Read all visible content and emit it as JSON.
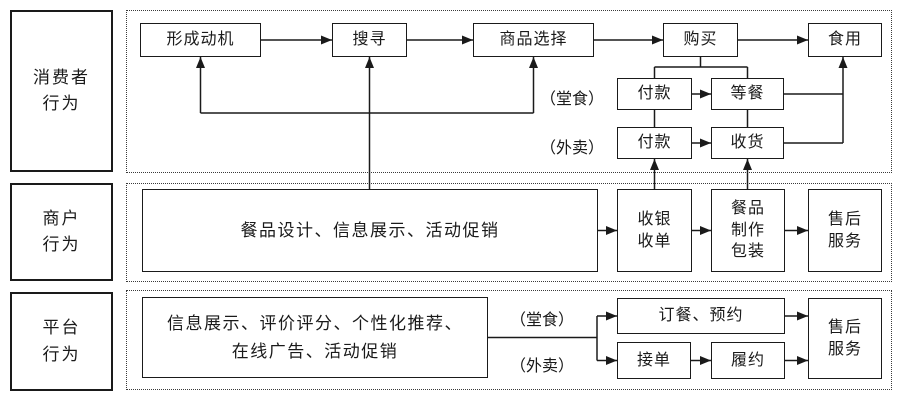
{
  "diagram": {
    "colors": {
      "line": "#1a1a1a",
      "background": "#ffffff"
    },
    "rows": {
      "consumer": {
        "label": "消费者\n行为",
        "nodes": {
          "motivation": "形成动机",
          "search": "搜寻",
          "selection": "商品选择",
          "purchase": "购买",
          "eat": "食用",
          "dine_in_tag": "（堂食）",
          "takeout_tag": "（外卖）",
          "pay_dine_in": "付款",
          "wait_meal": "等餐",
          "pay_takeout": "付款",
          "receive_goods": "收货"
        }
      },
      "merchant": {
        "label": "商户\n行为",
        "nodes": {
          "design": "餐品设计、信息展示、活动促销",
          "cashier": "收银\n收单",
          "production": "餐品\n制作\n包装",
          "after_sales": "售后\n服务"
        }
      },
      "platform": {
        "label": "平台\n行为",
        "nodes": {
          "display": "信息展示、评价评分、个性化推荐、\n在线广告、活动促销",
          "dine_in_tag": "（堂食）",
          "takeout_tag": "（外卖）",
          "booking": "订餐、预约",
          "accept_order": "接单",
          "fulfillment": "履约",
          "after_sales": "售后\n服务"
        }
      }
    }
  }
}
